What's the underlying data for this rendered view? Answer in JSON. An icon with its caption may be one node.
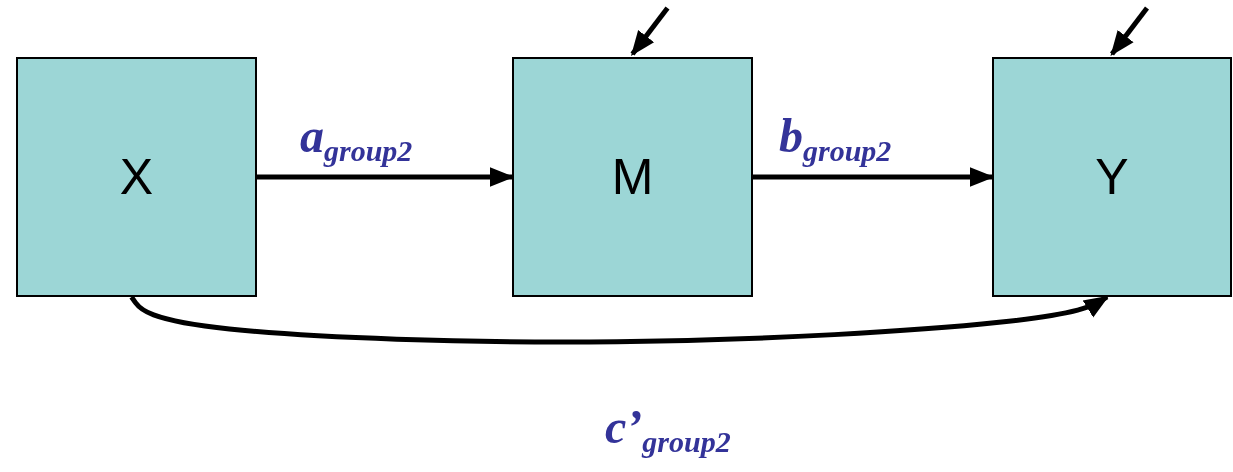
{
  "diagram": {
    "nodes": [
      {
        "text": [
          "X"
        ]
      },
      {
        "text": [
          "M"
        ]
      },
      {
        "text": [
          "Y"
        ]
      }
    ],
    "edges": [
      {
        "from": 0,
        "to": 1,
        "arrow": "to",
        "label": "a$_{group2}$"
      },
      {
        "from": 1,
        "to": 2,
        "arrow": "to",
        "label": "b$_{group2}$"
      },
      {
        "from": 0,
        "to": 2,
        "arrow": "to",
        "label": "c’$_{group2}$"
      },
      {
        "from": null,
        "to": 1,
        "arrow": "to"
      },
      {
        "from": null,
        "to": 2,
        "arrow": "to"
      }
    ]
  }
}
